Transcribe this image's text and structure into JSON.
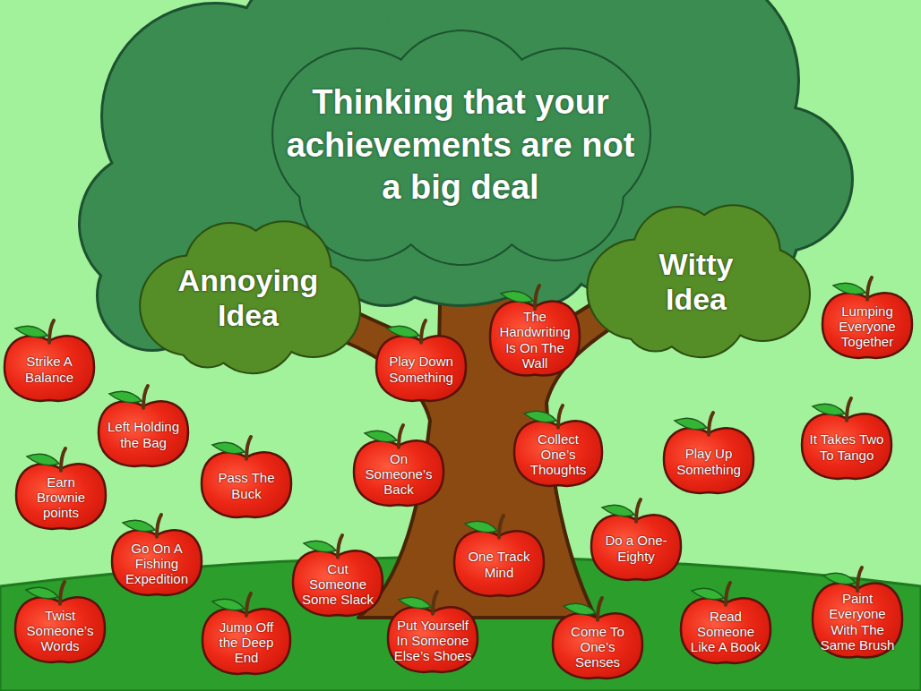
{
  "diagram": {
    "title": "Thinking that your achievements are not a big deal",
    "nodes": [
      {
        "text": [
          "Annoying Idea"
        ]
      },
      {
        "text": [
          "Witty Idea"
        ]
      },
      {
        "text": [
          "Strike A Balance"
        ]
      },
      {
        "text": [
          "Play Down Something"
        ]
      },
      {
        "text": [
          "The Handwriting Is On The Wall"
        ]
      },
      {
        "text": [
          "Lumping Everyone Together"
        ]
      },
      {
        "text": [
          "Left Holding the Bag"
        ]
      },
      {
        "text": [
          "Earn Brownie points"
        ]
      },
      {
        "text": [
          "Pass The Buck"
        ]
      },
      {
        "text": [
          "On Someone’s Back"
        ]
      },
      {
        "text": [
          "Collect One’s Thoughts"
        ]
      },
      {
        "text": [
          "Play Up Something"
        ]
      },
      {
        "text": [
          "It Takes Two To Tango"
        ]
      },
      {
        "text": [
          "Go On A Fishing Expedition"
        ]
      },
      {
        "text": [
          "Cut Someone Some Slack"
        ]
      },
      {
        "text": [
          "One Track Mind"
        ]
      },
      {
        "text": [
          "Do a One-Eighty"
        ]
      },
      {
        "text": [
          "Twist Someone’s Words"
        ]
      },
      {
        "text": [
          "Jump Off the Deep End"
        ]
      },
      {
        "text": [
          "Put Yourself In Someone Else’s Shoes"
        ]
      },
      {
        "text": [
          "Come To One’s Senses"
        ]
      },
      {
        "text": [
          "Read Someone Like A Book"
        ]
      },
      {
        "text": [
          "Paint Everyone With The Same Brush"
        ]
      }
    ]
  }
}
